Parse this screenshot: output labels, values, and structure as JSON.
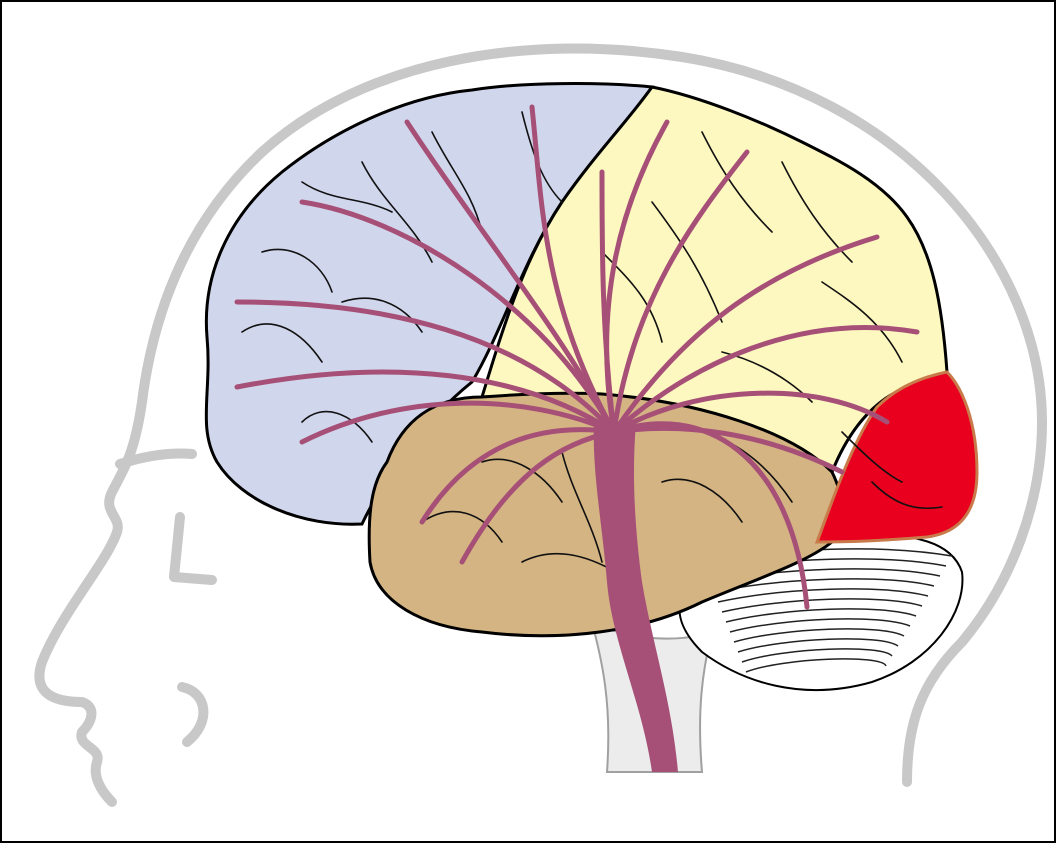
{
  "diagram": {
    "colors": {
      "frame": "#000000",
      "background": "#ffffff",
      "head_outline": "#c8c8c8",
      "frontal_lobe": "#d0d6ec",
      "parietal_lobe": "#fdf8c0",
      "temporal_lobe": "#d4b483",
      "temporal_lobe_shadow": "#b8946a",
      "occipital_lobe": "#e8001e",
      "occipital_lobe_edge": "#c97a4a",
      "cerebellum": "#ffffff",
      "brainstem": "#ececec",
      "fibers": "#a75077",
      "sulci": "#111111",
      "brain_outline": "#000000"
    },
    "regions": [
      {
        "name": "frontal-lobe",
        "color_key": "frontal_lobe"
      },
      {
        "name": "parietal-lobe",
        "color_key": "parietal_lobe"
      },
      {
        "name": "temporal-lobe",
        "color_key": "temporal_lobe"
      },
      {
        "name": "occipital-lobe",
        "color_key": "occipital_lobe"
      },
      {
        "name": "cerebellum",
        "color_key": "cerebellum"
      },
      {
        "name": "brainstem",
        "color_key": "brainstem"
      }
    ]
  }
}
